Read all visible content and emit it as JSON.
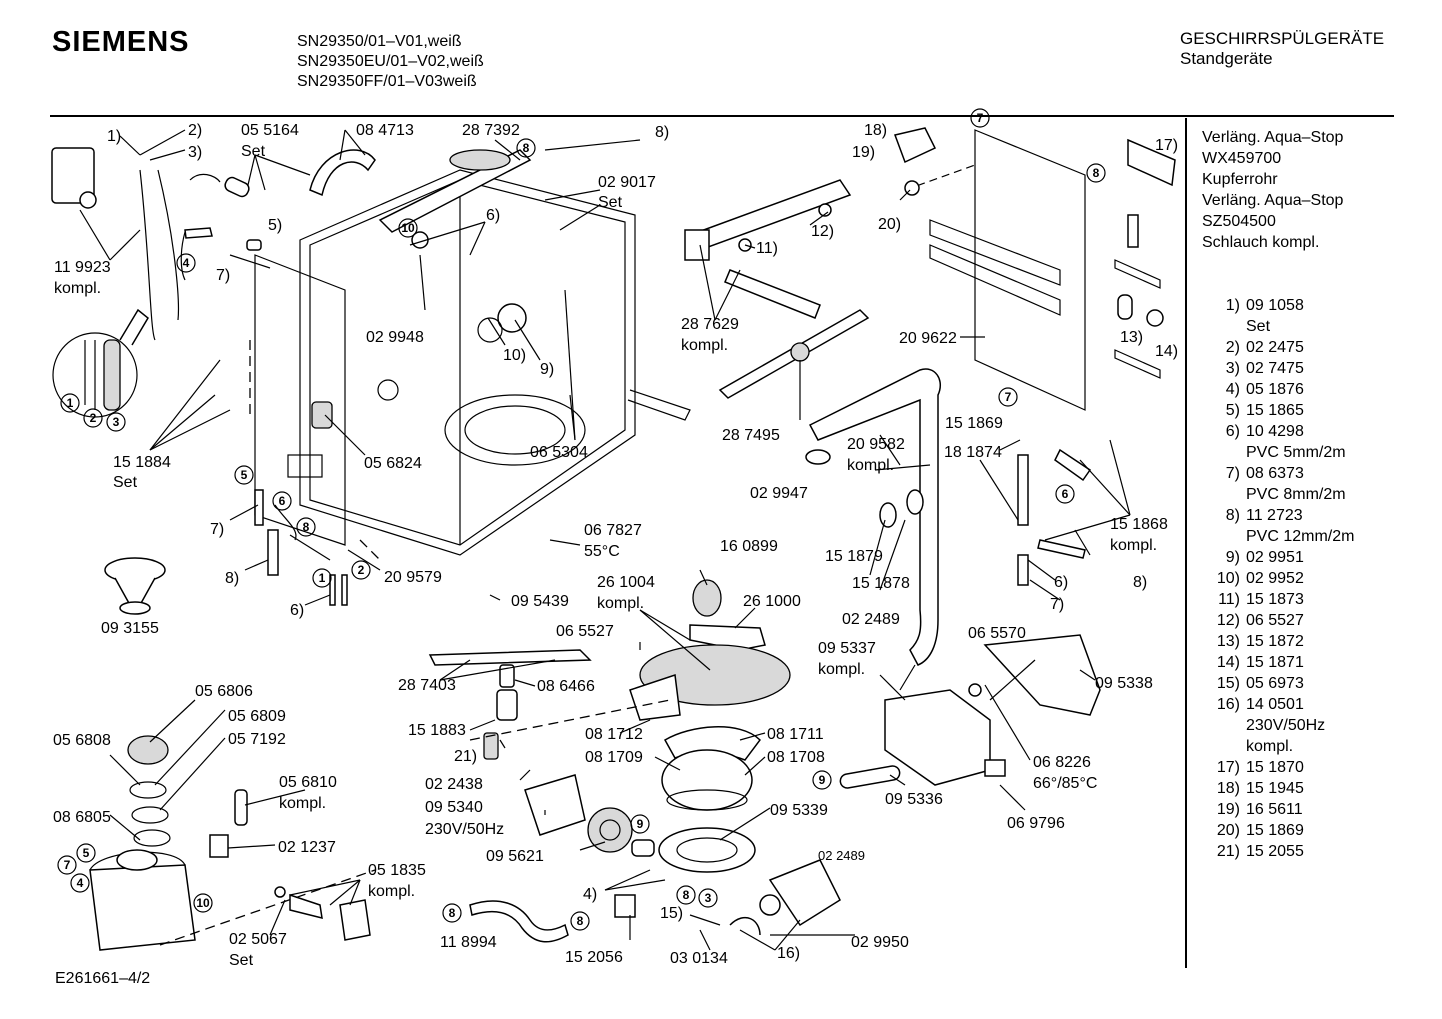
{
  "header": {
    "brand": "SIEMENS",
    "models": [
      "SN29350/01–V01,weiß",
      "SN29350EU/01–V02,weiß",
      "SN29350FF/01–V03weiß"
    ],
    "category_line1": "GESCHIRRSPÜLGERÄTE",
    "category_line2": "Standgeräte"
  },
  "side_notes": [
    "Verläng. Aqua–Stop",
    "WX459700",
    "Kupferrohr",
    "Verläng. Aqua–Stop",
    "SZ504500",
    "Schlauch kompl."
  ],
  "legend": [
    {
      "no": "1)",
      "part": "09 1058",
      "extra": "Set"
    },
    {
      "no": "2)",
      "part": "02 2475",
      "extra": ""
    },
    {
      "no": "3)",
      "part": "02 7475",
      "extra": ""
    },
    {
      "no": "4)",
      "part": "05 1876",
      "extra": ""
    },
    {
      "no": "5)",
      "part": "15 1865",
      "extra": ""
    },
    {
      "no": "6)",
      "part": "10 4298",
      "extra": "PVC 5mm/2m"
    },
    {
      "no": "7)",
      "part": "08 6373",
      "extra": "PVC 8mm/2m"
    },
    {
      "no": "8)",
      "part": "11 2723",
      "extra": "PVC 12mm/2m"
    },
    {
      "no": "9)",
      "part": "02 9951",
      "extra": ""
    },
    {
      "no": "10)",
      "part": "02 9952",
      "extra": ""
    },
    {
      "no": "11)",
      "part": "15 1873",
      "extra": ""
    },
    {
      "no": "12)",
      "part": "06 5527",
      "extra": ""
    },
    {
      "no": "13)",
      "part": "15 1872",
      "extra": ""
    },
    {
      "no": "14)",
      "part": "15 1871",
      "extra": ""
    },
    {
      "no": "15)",
      "part": "05 6973",
      "extra": ""
    },
    {
      "no": "16)",
      "part": "14 0501",
      "extra": "230V/50Hz"
    },
    {
      "no": "",
      "part": "",
      "extra": "kompl."
    },
    {
      "no": "17)",
      "part": "15 1870",
      "extra": ""
    },
    {
      "no": "18)",
      "part": "15 1945",
      "extra": ""
    },
    {
      "no": "19)",
      "part": "16 5611",
      "extra": ""
    },
    {
      "no": "20)",
      "part": "15 1869",
      "extra": ""
    },
    {
      "no": "21)",
      "part": "15 2055",
      "extra": ""
    }
  ],
  "labels": {
    "p_1": "1)",
    "p_2": "2)",
    "p_3": "3)",
    "p_055164": "05 5164",
    "p_set_a": "Set",
    "p_084713": "08 4713",
    "p_287392": "28 7392",
    "p_8a": "8)",
    "p_5": "5)",
    "p_119923": "11 9923",
    "p_kompl_a": "kompl.",
    "p_7a": "7)",
    "p_6a": "6)",
    "p_029017": "02 9017",
    "p_set_b": "Set",
    "p_029948": "02 9948",
    "p_10": "10)",
    "p_9": "9)",
    "p_151884": "15 1884",
    "p_set_c": "Set",
    "p_056824": "05 6824",
    "p_065304": "06 5304",
    "p_7b": "7)",
    "p_8b": "8)",
    "p_6b": "6)",
    "p_209579": "20 9579",
    "p_067827": "06 7827",
    "p_55c": "55°C",
    "p_093155": "09 3155",
    "p_18": "18)",
    "p_19": "19)",
    "p_20": "20)",
    "p_12": "12)",
    "p_11": "11)",
    "p_287629": "28 7629",
    "p_kompl_b": "kompl.",
    "p_17": "17)",
    "p_209622": "20 9622",
    "p_13": "13)",
    "p_14": "14)",
    "p_287495": "28 7495",
    "p_029947": "02 9947",
    "p_209582": "20 9582",
    "p_kompl_c": "kompl.",
    "p_151869": "15 1869",
    "p_181874": "18 1874",
    "p_151868": "15 1868",
    "p_kompl_d": "kompl.",
    "p_8c": "8)",
    "p_6c": "6)",
    "p_7c": "7)",
    "p_151879": "15 1879",
    "p_151878": "15 1878",
    "p_160899": "16 0899",
    "p_261004": "26 1004",
    "p_kompl_e": "kompl.",
    "p_261000": "26 1000",
    "p_095439": "09 5439",
    "p_065527": "06 5527",
    "p_287403": "28 7403",
    "p_086466": "08 6466",
    "p_151883": "15 1883",
    "p_21": "21)",
    "p_081712": "08 1712",
    "p_081711": "08 1711",
    "p_081709": "08 1709",
    "p_081708": "08 1708",
    "p_022489a": "02 2489",
    "p_095337": "09 5337",
    "p_kompl_f": "kompl.",
    "p_065570": "06 5570",
    "p_095338": "09 5338",
    "p_068226": "06 8226",
    "p_6685": "66°/85°C",
    "p_095336": "09 5336",
    "p_069796": "06 9796",
    "p_056806": "05 6806",
    "p_056809": "05 6809",
    "p_056808": "05 6808",
    "p_057192": "05 7192",
    "p_056810": "05 6810",
    "p_kompl_g": "kompl.",
    "p_086805": "08 6805",
    "p_021237": "02 1237",
    "p_022438": "02 2438",
    "p_095340": "09 5340",
    "p_230v": "230V/50Hz",
    "p_095339": "09 5339",
    "p_095621": "09 5621",
    "p_022489b": "02 2489",
    "p_051835": "05 1835",
    "p_kompl_h": "kompl.",
    "p_025067": "02 5067",
    "p_set_d": "Set",
    "p_118994": "11 8994",
    "p_4": "4)",
    "p_15": "15)",
    "p_152056": "15 2056",
    "p_030134": "03 0134",
    "p_16": "16)",
    "p_029950": "02 9950"
  },
  "drawing_number": "E261661–4/2"
}
